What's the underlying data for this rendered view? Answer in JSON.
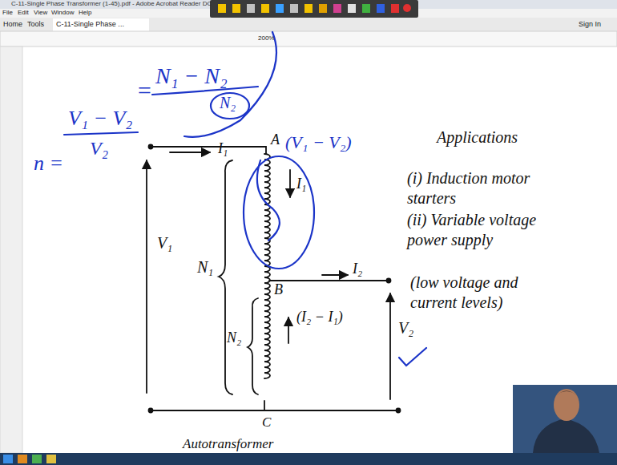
{
  "diagram": {
    "caption": "Autotransformer",
    "labels": [
      "C-11-Single Phase Transformer (1-45).pdf - Adobe Acrobat Reader DC",
      "File",
      "Edit",
      "View",
      "Window",
      "Help",
      "Home",
      "Tools",
      "C-11-Single Phase ...",
      "Sign In",
      "200%",
      "V₁ − V₂",
      "V₂",
      "=",
      "N₁ − N₂",
      "N₂",
      "n =",
      "I₁",
      "A",
      "(V₁ − V₂)",
      "I₁",
      "V₁",
      "B",
      "I₂",
      "N₁",
      "N₂",
      "(I₂ − I₁)",
      "V₂",
      "C",
      "Applications",
      "(i) Induction motor starters",
      "(ii) Variable voltage power supply",
      "(low voltage and current levels)"
    ]
  }
}
